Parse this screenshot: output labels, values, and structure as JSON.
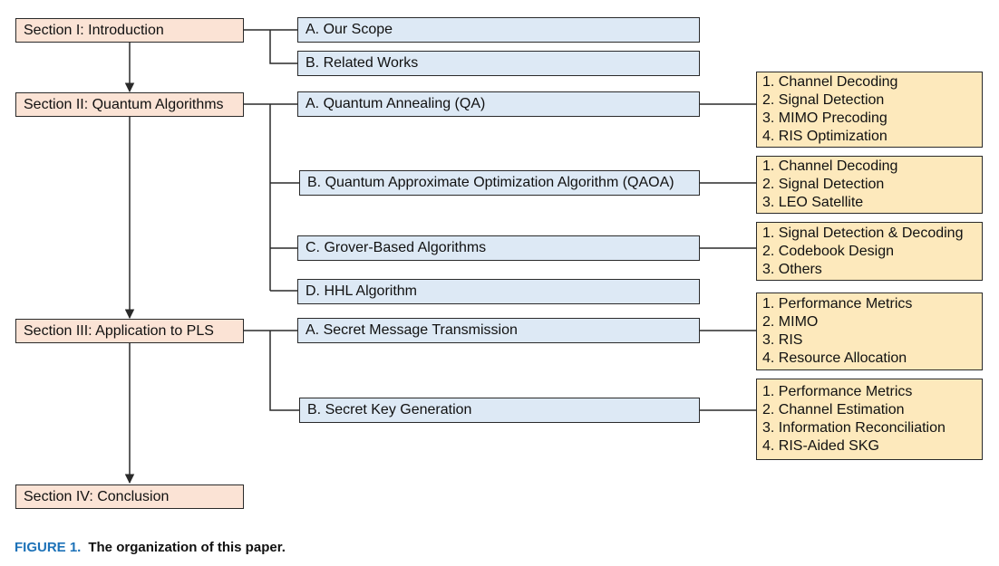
{
  "sections": [
    {
      "label": "Section I: Introduction"
    },
    {
      "label": "Section II: Quantum Algorithms"
    },
    {
      "label": "Section III: Application to PLS"
    },
    {
      "label": "Section IV: Conclusion"
    }
  ],
  "subsections": [
    {
      "label": "A. Our Scope"
    },
    {
      "label": "B. Related Works"
    },
    {
      "label": "A. Quantum Annealing (QA)"
    },
    {
      "label": "B. Quantum Approximate Optimization Algorithm (QAOA)"
    },
    {
      "label": "C. Grover-Based Algorithms"
    },
    {
      "label": "D. HHL Algorithm"
    },
    {
      "label": "A. Secret Message Transmission"
    },
    {
      "label": "B. Secret Key Generation"
    }
  ],
  "topics": [
    {
      "items": [
        "1. Channel Decoding",
        "2. Signal Detection",
        "3. MIMO Precoding",
        "4. RIS Optimization"
      ]
    },
    {
      "items": [
        "1. Channel Decoding",
        "2. Signal Detection",
        "3. LEO Satellite"
      ]
    },
    {
      "items": [
        "1. Signal Detection & Decoding",
        "2. Codebook Design",
        "3. Others"
      ]
    },
    {
      "items": [
        "1. Performance Metrics",
        "2. MIMO",
        "3. RIS",
        "4. Resource Allocation"
      ]
    },
    {
      "items": [
        "1. Performance Metrics",
        "2. Channel Estimation",
        "3. Information Reconciliation",
        "4. RIS-Aided SKG"
      ]
    }
  ],
  "caption": {
    "label": "FIGURE 1.",
    "text": "The organization of this paper."
  },
  "colors": {
    "section_fill": "#fbe3d5",
    "subsection_fill": "#dde9f5",
    "topic_fill": "#fde9bc",
    "caption_label": "#1d72b8"
  }
}
